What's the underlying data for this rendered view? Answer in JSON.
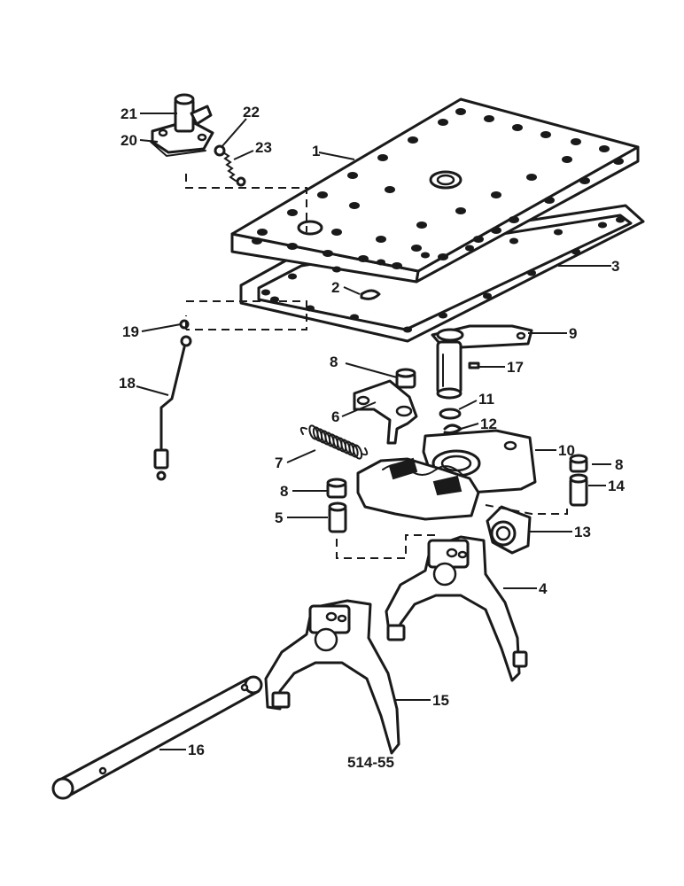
{
  "diagram": {
    "figure_id": "514-55",
    "callouts": {
      "c1": "1",
      "c2": "2",
      "c3": "3",
      "c4": "4",
      "c5": "5",
      "c6": "6",
      "c7": "7",
      "c8a": "8",
      "c8b": "8",
      "c8c": "8",
      "c9": "9",
      "c10": "10",
      "c11": "11",
      "c12": "12",
      "c13": "13",
      "c14": "14",
      "c15": "15",
      "c16": "16",
      "c17": "17",
      "c18": "18",
      "c19": "19",
      "c20": "20",
      "c21": "21",
      "c22": "22",
      "c23": "23"
    }
  }
}
